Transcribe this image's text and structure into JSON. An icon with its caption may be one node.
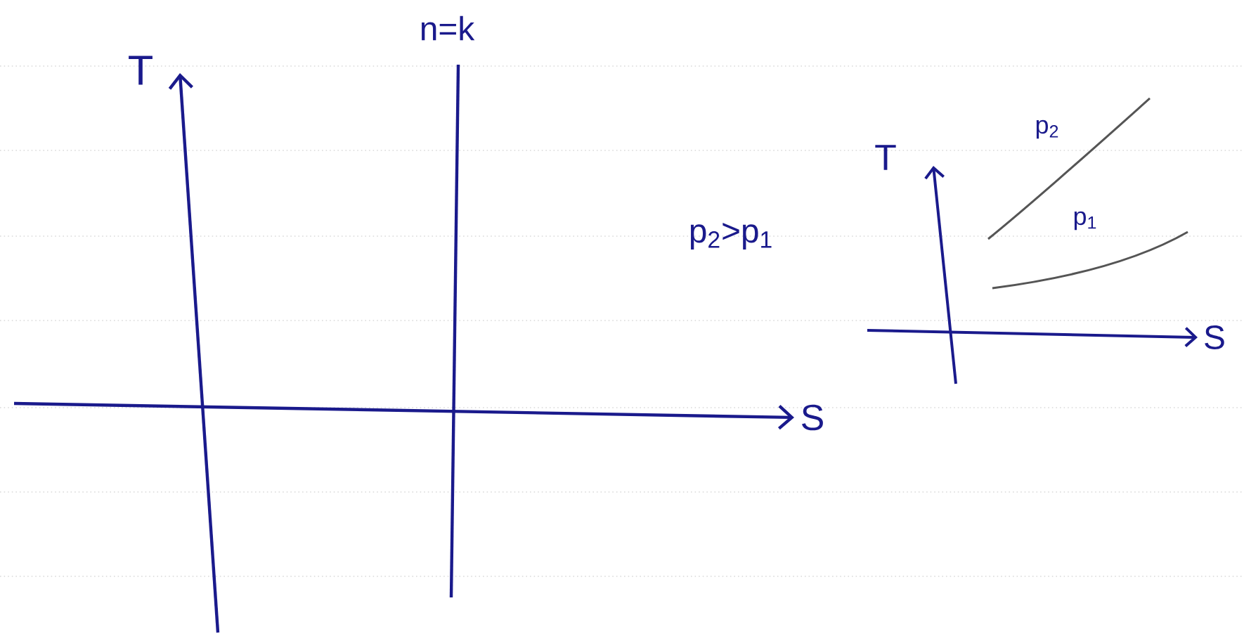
{
  "diagram": {
    "labels": [
      "n=k",
      "T",
      "p$_{2}$",
      "T",
      "p$_{1}$",
      "p$_{2}$>p$_{1}$",
      "S",
      "S"
    ]
  }
}
